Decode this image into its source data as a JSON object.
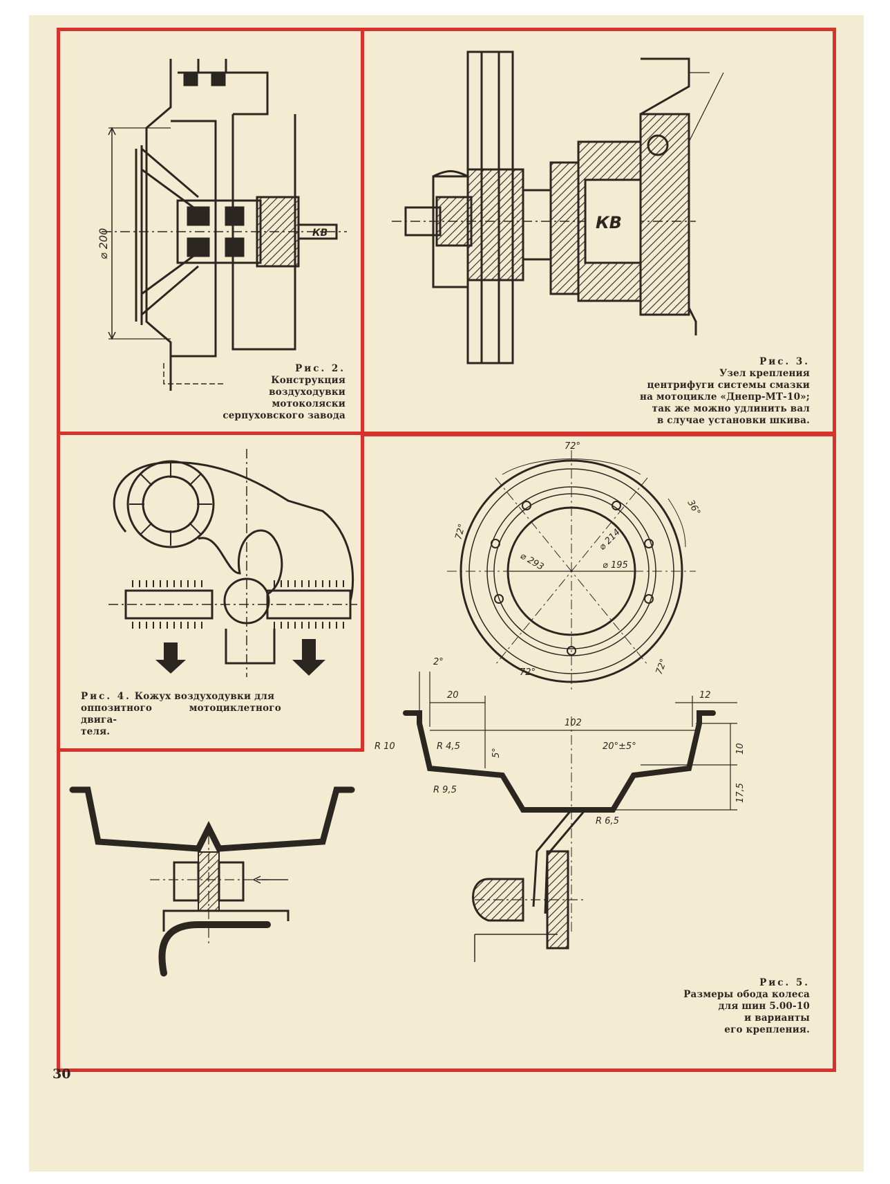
{
  "page_number": "30",
  "colors": {
    "frame": "#d8322c",
    "paper": "#f4ecd2",
    "ink": "#2b2620"
  },
  "fig2": {
    "label": "Рис. 2.",
    "caption": [
      "Конструкция",
      "воздуходувки",
      "мотоколяски",
      "серпуховского завода"
    ],
    "dims": {
      "diameter": "⌀ 200",
      "shaft": "КВ"
    }
  },
  "fig3": {
    "label": "Рис. 3.",
    "caption": [
      "Узел крепления",
      "центрифуги системы смазки",
      "на мотоцикле «Днепр-МТ-10»;",
      "так же можно удлинить вал",
      "в случае установки шкива."
    ],
    "dims": {
      "shaft": "КВ"
    }
  },
  "fig4": {
    "label": "Рис. 4.",
    "caption": [
      "Кожух воздуходувки для",
      "оппозитного мотоциклетного двига-",
      "теля."
    ]
  },
  "fig5": {
    "label": "Рис. 5.",
    "caption": [
      "Размеры обода колеса",
      "для шин 5.00-10",
      "и варианты",
      "его крепления."
    ],
    "dims": {
      "top_angle": "72°",
      "right_angle": "36°",
      "left_angle": "72°",
      "bottom_left_angle": "72°",
      "bottom_right_angle": "72°",
      "d293": "⌀ 293",
      "d214": "⌀ 214",
      "d195": "⌀ 195",
      "angle2": "2°",
      "w20": "20",
      "w12": "12",
      "w102": "102",
      "r10": "R 10",
      "r45": "R 4,5",
      "a5": "5°",
      "a20": "20°±5°",
      "h10": "10",
      "h175": "17,5",
      "r95": "R 9,5",
      "r65": "R 6,5"
    }
  }
}
